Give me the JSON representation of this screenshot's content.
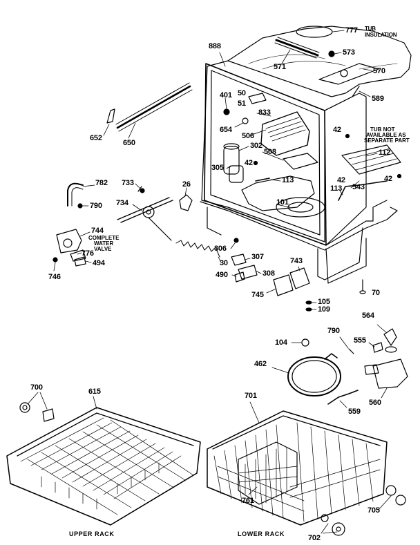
{
  "callouts": {
    "c777": "777",
    "tub_insulation_1": "TUB",
    "tub_insulation_2": "INSULATION",
    "c888": "888",
    "c573": "573",
    "c571": "571",
    "c570": "570",
    "c401": "401",
    "c50": "50",
    "c51": "51",
    "c833": "833",
    "c589": "589",
    "c652": "652",
    "c650": "650",
    "c654": "654",
    "c506": "506",
    "c302": "302",
    "c508": "508",
    "c42a": "42",
    "c42b": "42",
    "c42c": "42",
    "c42d": "42",
    "c112": "112",
    "tub_not_1": "TUB NOT",
    "tub_not_2": "AVAILABLE AS",
    "tub_not_3": "SEPARATE PART",
    "c305": "305",
    "c113a": "113",
    "c113b": "113",
    "c543": "543",
    "c782": "782",
    "c733": "733",
    "c26": "26",
    "c790a": "790",
    "c734": "734",
    "c101": "101",
    "c744": "744",
    "complete_1": "COMPLETE",
    "complete_2": "WATER",
    "complete_3": "VALVE",
    "c776": "776",
    "c494": "494",
    "c746": "746",
    "c306": "306",
    "c307": "307",
    "c30": "30",
    "c743": "743",
    "c490": "490",
    "c308": "308",
    "c745": "745",
    "c70": "70",
    "c105": "105",
    "c109": "109",
    "c564": "564",
    "c104": "104",
    "c790b": "790",
    "c555": "555",
    "c462": "462",
    "c560": "560",
    "c559": "559",
    "c700": "700",
    "c615": "615",
    "c701": "701",
    "c761": "761",
    "c705": "705",
    "c702": "702",
    "upper_rack": "UPPER RACK",
    "lower_rack": "LOWER RACK"
  }
}
